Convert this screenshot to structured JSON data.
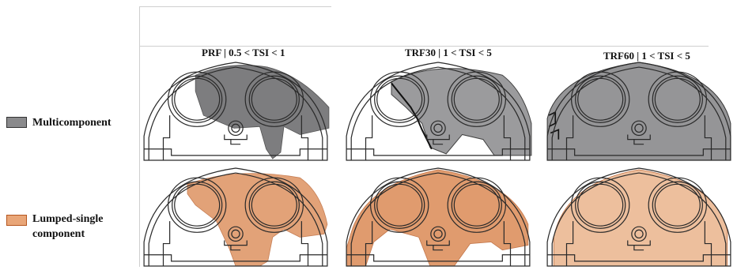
{
  "legend": {
    "multicomponent": {
      "label": "Multicomponent",
      "color": "#8a8a8c",
      "border": "#333333"
    },
    "lumped": {
      "label_line1": "Lumped-single",
      "label_line2": "component",
      "color": "#e9a678",
      "border": "#b5561f"
    }
  },
  "columns": [
    {
      "title": "PRF | 0.5 < TSI < 1"
    },
    {
      "title": "TRF30 | 1 < TSI < 5"
    },
    {
      "title": "TRF60 | 1 < TSI < 5"
    }
  ],
  "colors": {
    "outline": "#2a2a2a",
    "multi_fill": "#6f6f72",
    "lumped_fill": "#d9834b"
  }
}
